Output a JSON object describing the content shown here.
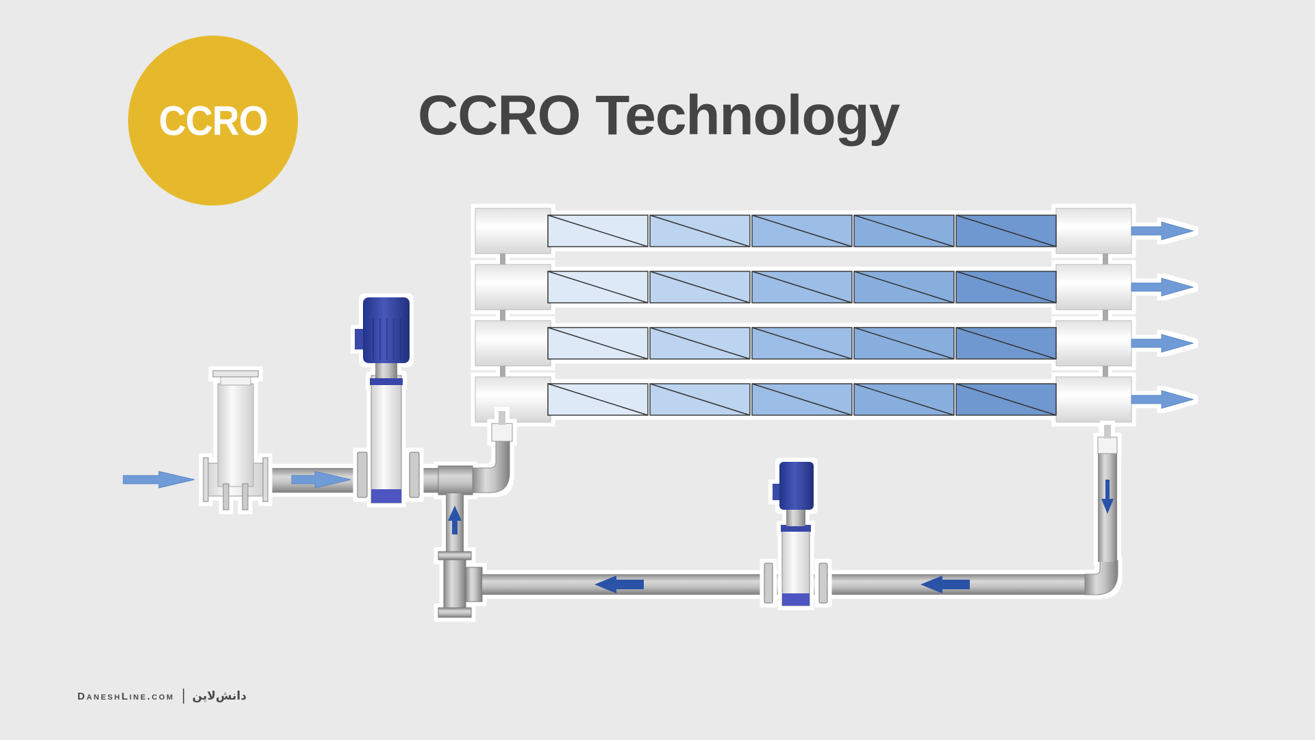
{
  "header": {
    "badge_label": "CCRO",
    "title": "CCRO Technology"
  },
  "colors": {
    "background": "#eaeaea",
    "badge": "#e6b92d",
    "title": "#444444",
    "flow_arrow_light": "#6f9bd6",
    "flow_arrow_dark": "#2a52a8",
    "pump_motor": "#3346a6",
    "membrane_light": "#dbe8f7",
    "membrane_dark": "#6f98d0",
    "pipe": "#b4b4b4"
  },
  "diagram": {
    "components": [
      {
        "id": "feed-inlet-arrow",
        "label": "Feed inlet flow"
      },
      {
        "id": "cartridge-filter",
        "label": "Cartridge filter"
      },
      {
        "id": "high-pressure-pump",
        "label": "High-pressure pump"
      },
      {
        "id": "membrane-vessels",
        "label": "RO pressure vessels",
        "rows": 4,
        "elements_per_row": 5
      },
      {
        "id": "permeate-outlets",
        "label": "Permeate outlet flows",
        "count": 4
      },
      {
        "id": "concentrate-return-line",
        "label": "Concentrate recirculation line"
      },
      {
        "id": "circulation-pump",
        "label": "Circulation pump"
      },
      {
        "id": "brine-valve",
        "label": "Valve / junction"
      }
    ]
  },
  "footer": {
    "brand": "DaneshLine.com",
    "brand_fa": "دانش‌لاین"
  }
}
